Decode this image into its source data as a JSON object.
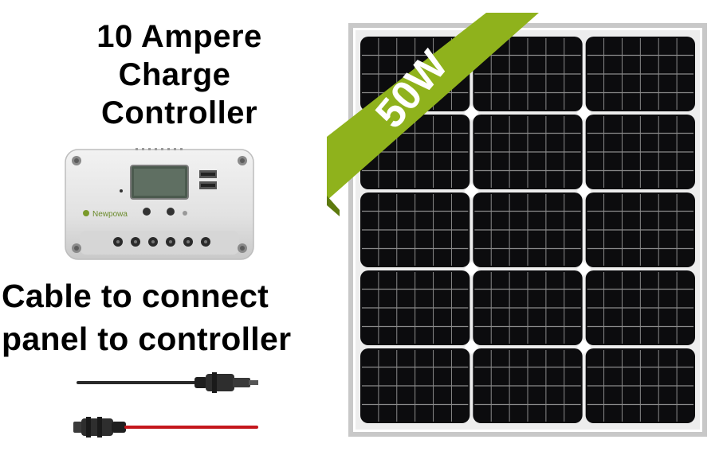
{
  "controller_heading": {
    "line1": "10 Ampere",
    "line2": "Charge",
    "line3": "Controller"
  },
  "cable_heading": {
    "line1": "Cable to connect",
    "line2": "panel to controller"
  },
  "controller_device": {
    "brand": "Newpowa"
  },
  "solar_panel": {
    "wattage_badge": "50W",
    "badge_color": "#8fb21c",
    "cell_color": "#0c0c0e",
    "frame_color": "#c8c8c8"
  },
  "cables": {
    "top_color": "#2a2a2a",
    "bottom_color": "#c4161c"
  }
}
